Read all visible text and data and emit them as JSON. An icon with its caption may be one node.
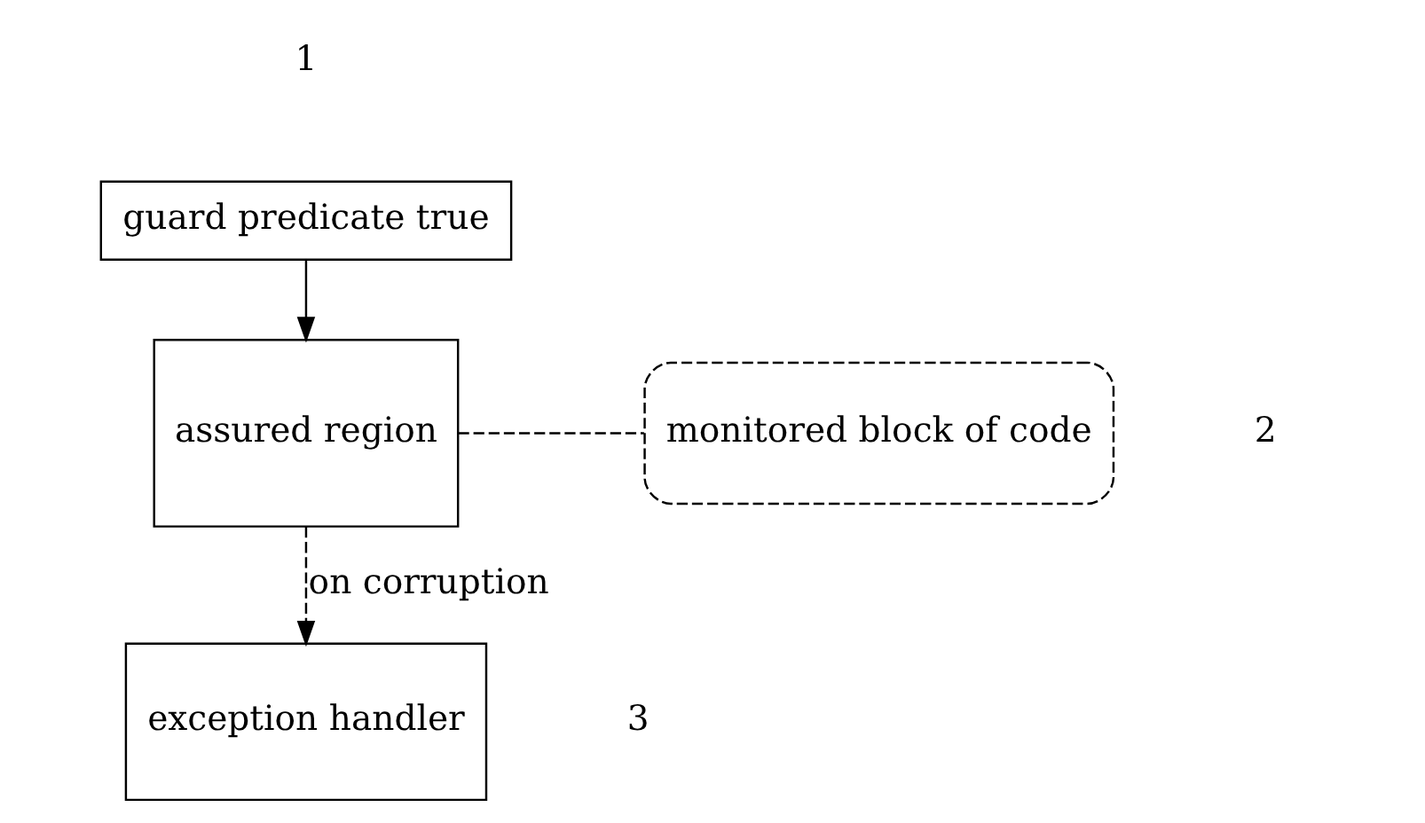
{
  "diagram": {
    "nodes": [
      {
        "text": [
          "guard predicate true"
        ]
      },
      {
        "text": [
          "assured region"
        ]
      },
      {
        "text": [
          "monitored block of code"
        ]
      },
      {
        "text": [
          "exception handler"
        ]
      }
    ],
    "edges": [
      {
        "from": 0,
        "to": 1,
        "arrow": "to"
      },
      {
        "from": 1,
        "to": 2,
        "arrow": "none",
        "style": "dashed"
      },
      {
        "from": 1,
        "to": 3,
        "arrow": "to",
        "style": "dashed",
        "label": "on corruption"
      }
    ],
    "labels": [
      "1",
      "2",
      "3"
    ]
  }
}
